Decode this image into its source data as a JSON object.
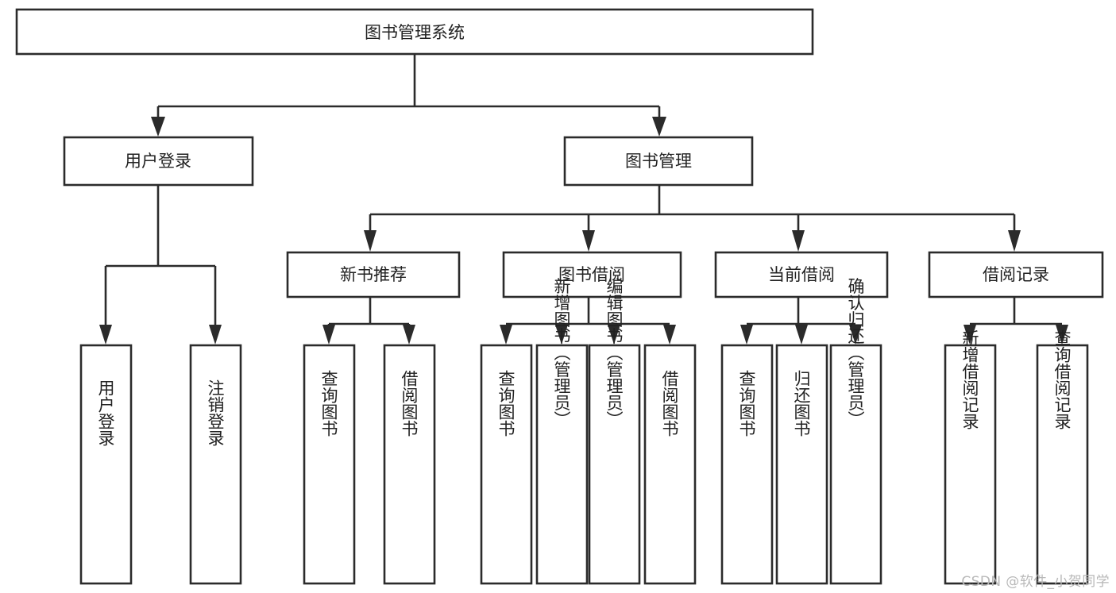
{
  "diagram": {
    "type": "tree",
    "title": "图书管理系统",
    "watermark": "CSDN @软件_小贺同学",
    "colors": {
      "box_stroke": "#2b2b2b",
      "box_fill": "#ffffff",
      "text": "#222222",
      "background": "#ffffff",
      "watermark": "#b8b8b8"
    },
    "root": {
      "label": "图书管理系统",
      "orientation": "horizontal"
    },
    "level2": [
      {
        "label": "用户登录",
        "orientation": "horizontal"
      },
      {
        "label": "图书管理",
        "orientation": "horizontal"
      }
    ],
    "level3": [
      {
        "label": "新书推荐",
        "orientation": "horizontal",
        "parent": "图书管理"
      },
      {
        "label": "图书借阅",
        "orientation": "horizontal",
        "parent": "图书管理"
      },
      {
        "label": "当前借阅",
        "orientation": "horizontal",
        "parent": "图书管理"
      },
      {
        "label": "借阅记录",
        "orientation": "horizontal",
        "parent": "图书管理"
      }
    ],
    "leaves": {
      "用户登录": [
        {
          "label": "用户登录",
          "orientation": "vertical"
        },
        {
          "label": "注销登录",
          "orientation": "vertical"
        }
      ],
      "新书推荐": [
        {
          "label": "查询图书",
          "orientation": "vertical"
        },
        {
          "label": "借阅图书",
          "orientation": "vertical"
        }
      ],
      "图书借阅": [
        {
          "label": "查询图书",
          "orientation": "vertical"
        },
        {
          "label": "新增图书（管理员）",
          "orientation": "vertical"
        },
        {
          "label": "编辑图书（管理员）",
          "orientation": "vertical"
        },
        {
          "label": "借阅图书",
          "orientation": "vertical"
        }
      ],
      "当前借阅": [
        {
          "label": "查询图书",
          "orientation": "vertical"
        },
        {
          "label": "归还图书",
          "orientation": "vertical"
        },
        {
          "label": "确认归还（管理员）",
          "orientation": "vertical"
        }
      ],
      "借阅记录": [
        {
          "label": "新增借阅记录",
          "orientation": "vertical"
        },
        {
          "label": "查询借阅记录",
          "orientation": "vertical"
        }
      ]
    }
  }
}
